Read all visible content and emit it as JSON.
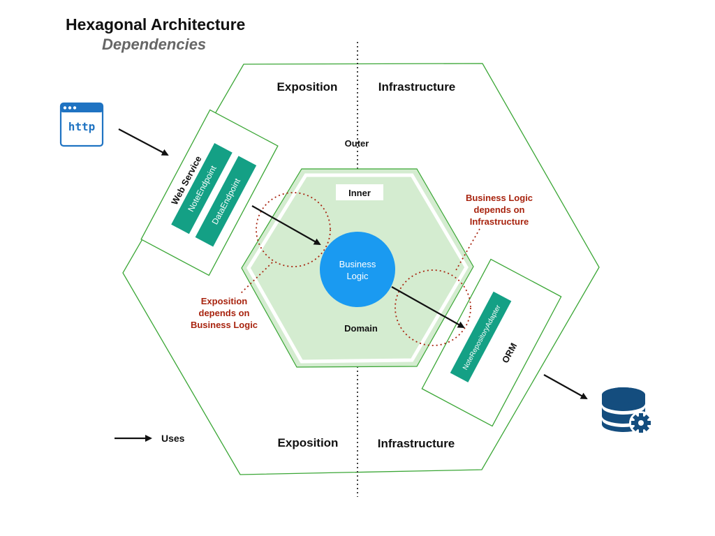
{
  "header": {
    "title": "Hexagonal Architecture",
    "subtitle": "Dependencies"
  },
  "zones": {
    "exposition_top": "Exposition",
    "infrastructure_top": "Infrastructure",
    "exposition_bottom": "Exposition",
    "infrastructure_bottom": "Infrastructure",
    "outer": "Outer",
    "inner": "Inner",
    "domain": "Domain"
  },
  "core": {
    "line1": "Business",
    "line2": "Logic"
  },
  "adapters": {
    "web_service": "Web Service",
    "note_endpoint": "NoteEndpoint",
    "data_endpoint": "DataEndpoint",
    "orm": "ORM",
    "note_repository_adapter": "NoteRepositoryAdapter"
  },
  "annotations": {
    "infra_line1": "Business Logic",
    "infra_line2": "depends on",
    "infra_line3": "Infrastructure",
    "expo_line1": "Exposition",
    "expo_line2": "depends on",
    "expo_line3": "Business Logic"
  },
  "legend": {
    "uses": "Uses"
  },
  "icons": {
    "http_label": "http"
  },
  "colors": {
    "outer_hex_stroke": "#3aa635",
    "inner_hex_fill": "#d4ecd0",
    "teal": "#14a085",
    "core_blue": "#1a9af1",
    "annotation_red": "#a8240f",
    "dark_blue": "#144d7e",
    "http_blue": "#1f73c2"
  }
}
